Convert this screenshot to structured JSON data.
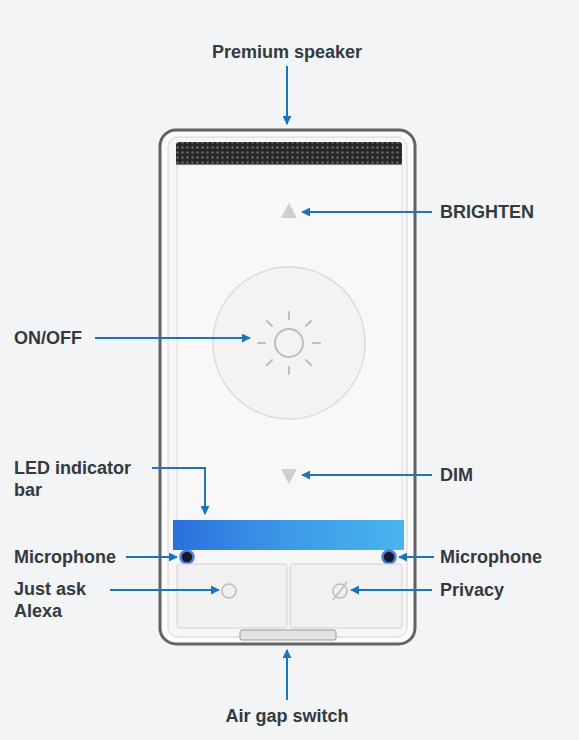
{
  "diagram": {
    "labels": [
      "Premium speaker",
      "BRIGHTEN",
      "ON/OFF",
      "LED indicator bar",
      "DIM",
      "Microphone",
      "Microphone",
      "Just ask Alexa",
      "Privacy",
      "Air gap switch"
    ]
  }
}
